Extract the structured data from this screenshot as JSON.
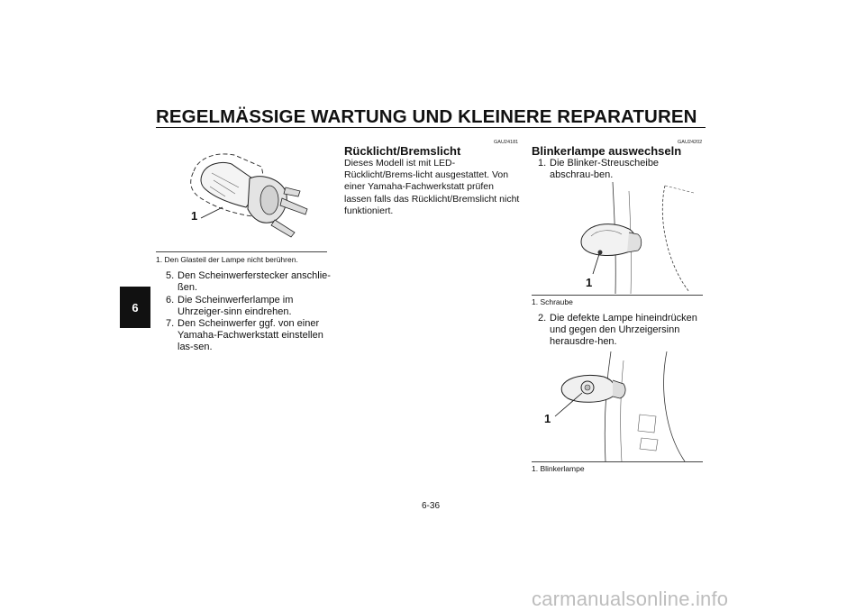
{
  "page_title": "REGELMÄSSIGE WARTUNG UND KLEINERE REPARATUREN",
  "chapter_tab": "6",
  "left_column": {
    "figure_callout": "1",
    "caption": "1. Den Glasteil der Lampe nicht berühren.",
    "steps": [
      {
        "num": "5.",
        "text": "Den Scheinwerferstecker anschlie-ßen."
      },
      {
        "num": "6.",
        "text": "Die Scheinwerferlampe im Uhrzeiger-sinn eindrehen."
      },
      {
        "num": "7.",
        "text": "Den Scheinwerfer ggf. von einer Yamaha-Fachwerkstatt einstellen las-sen."
      }
    ]
  },
  "middle_column": {
    "code": "GAU24181",
    "heading": "Rücklicht/Bremslicht",
    "body": "Dieses Modell ist mit LED-Rücklicht/Brems-licht ausgestattet. Von einer Yamaha-Fachwerkstatt prüfen lassen falls das Rücklicht/Bremslicht nicht funktioniert."
  },
  "right_column": {
    "code": "GAU24202",
    "heading": "Blinkerlampe auswechseln",
    "step1": {
      "num": "1.",
      "text": "Die Blinker-Streuscheibe abschrau-ben."
    },
    "figure1_callout": "1",
    "caption1": "1. Schraube",
    "step2": {
      "num": "2.",
      "text": "Die defekte Lampe hineindrücken und gegen den Uhrzeigersinn herausdre-hen."
    },
    "figure2_callout": "1",
    "caption2": "1. Blinkerlampe"
  },
  "page_number": "6-36",
  "footer": "carmanualsonline.info"
}
